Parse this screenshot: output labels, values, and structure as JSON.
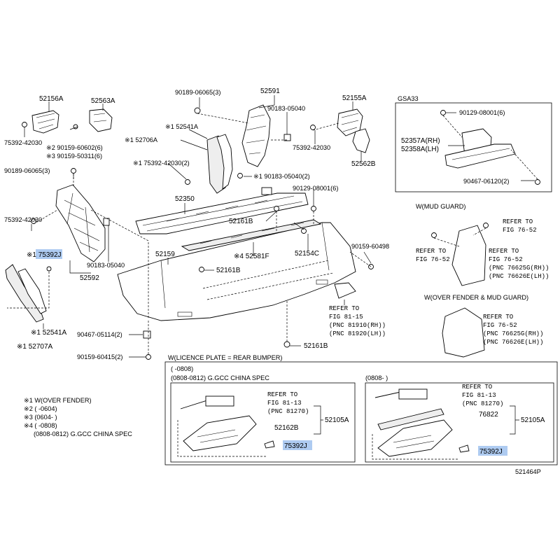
{
  "labels": {
    "p52156a": "52156A",
    "p52563a": "52563A",
    "p75392_42030_a": "75392-42030",
    "p90159_60602": "※2 90159-60602(6)",
    "p90159_50311": "※3 90159-50311(6)",
    "p90189_06065_a": "90189-06065(3)",
    "p52591": "52591",
    "p90183_05040_a": "90183-05040",
    "p52155a": "52155A",
    "p75392_42030_b": "75392-42030",
    "p52562b": "52562B",
    "p52541a_a": "※1 52541A",
    "p52706a": "※1 52706A",
    "p75392_42030_c": "※1 75392-42030(2)",
    "p90183_05040_b": "※1 90183-05040(2)",
    "p90189_06065_b": "90189-06065(3)",
    "p52350": "52350",
    "p90129_08001_a": "90129-08001(6)",
    "p75392_42030_d": "75392-42030",
    "p52161b_a": "52161B",
    "p90183_05040_c": "90183-05040",
    "p52581f": "※4 52581F",
    "p52154c": "52154C",
    "p90159_60498": "90159-60498",
    "p75392j_a": "※1 75392J",
    "p52592": "52592",
    "p52159": "52159",
    "p52161b_b": "52161B",
    "p52541a_b": "※1 52541A",
    "p52707a": "※1 52707A",
    "p90467_05114": "90467-05114(2)",
    "p90159_60415": "90159-60415(2)",
    "p52161b_c": "52161B",
    "gsa33": "GSA33",
    "p90129_08001_b": "90129-08001(6)",
    "p52357a": "52357A(RH)",
    "p52358a": "52358A(LH)",
    "p90467_06120": "90467-06120(2)"
  },
  "refer_fig81_15": [
    "REFER TO",
    "FIG 81-15",
    "(PNC 81910(RH))",
    "(PNC 81920(LH))"
  ],
  "mud_guard": {
    "title": "W(MUD GUARD)",
    "refer_right": [
      "REFER TO",
      "FIG 76-52"
    ],
    "refer_left": [
      "REFER TO",
      "FIG 76-52"
    ],
    "refer_pnc": [
      "REFER TO",
      "FIG 76-52",
      "(PNC 76625G(RH))",
      "(PNC 76626E(LH))"
    ]
  },
  "over_fender": {
    "title": "W(OVER FENDER & MUD GUARD)",
    "refer": [
      "REFER TO",
      "FIG 76-52",
      "(PNC 76625G(RH))",
      "(PNC 76626E(LH))"
    ]
  },
  "licence": {
    "title": "W(LICENCE PLATE = REAR BUMPER)",
    "left_range": "(      -0808)",
    "left_sub": "(0808-0812) G.GCC CHINA SPEC",
    "left_refer": [
      "REFER TO",
      "FIG 81-13",
      "(PNC 81270)"
    ],
    "left_52162b": "52162B",
    "left_52105a": "52105A",
    "left_75392j": "75392J",
    "right_range": "(0808-      )",
    "right_refer": [
      "REFER TO",
      "FIG 81-13",
      "(PNC 81270)"
    ],
    "right_76822": "76822",
    "right_52105a": "52105A",
    "right_75392j": "75392J"
  },
  "legend": {
    "l1": "※1 W(OVER FENDER)",
    "l2": "※2 (      -0604)",
    "l3": "※3 (0604-      )",
    "l4": "※4 (      -0808)",
    "l5": "(0808-0812) G.GCC CHINA SPEC"
  },
  "diagram_id": "521464P",
  "colors": {
    "highlight": "#aecbf1",
    "line": "#000000",
    "part_fill": "#ffffff"
  }
}
